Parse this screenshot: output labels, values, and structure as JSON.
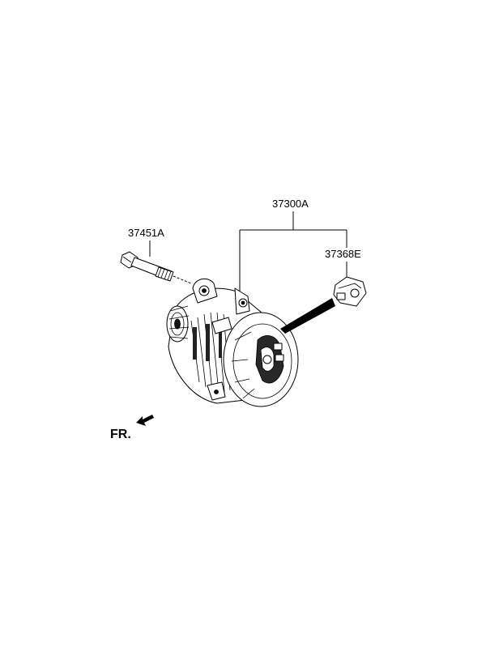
{
  "callouts": {
    "alternator_assembly": "37300A",
    "bolt": "37451A",
    "connector": "37368E"
  },
  "direction_label": "FR."
}
